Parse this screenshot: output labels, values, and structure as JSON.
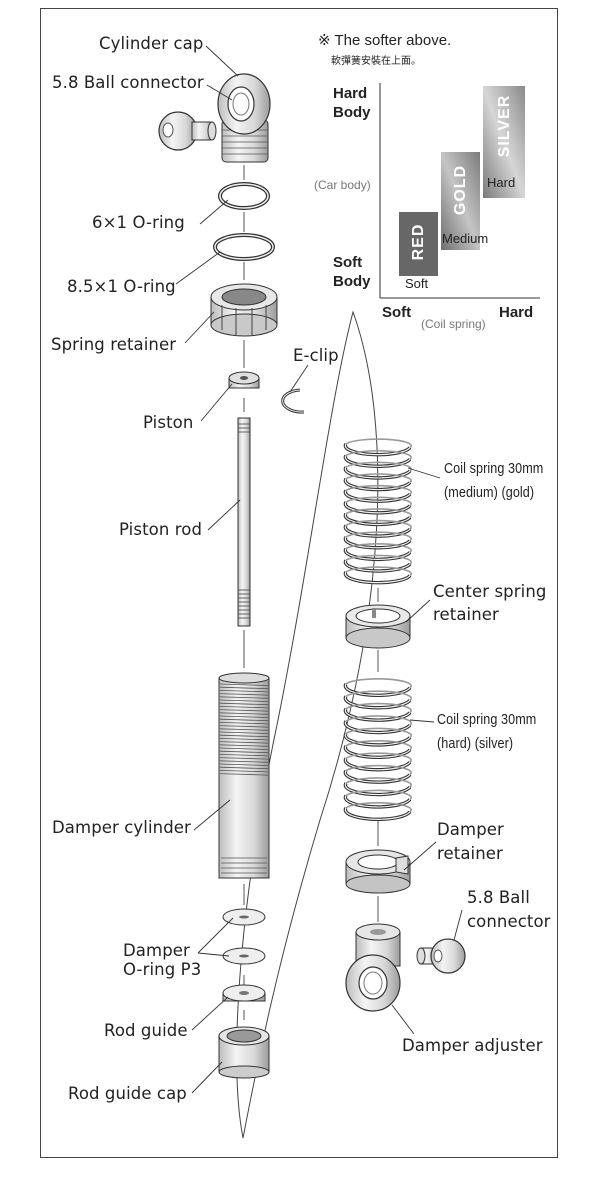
{
  "note": {
    "main": "※ The softer above.",
    "sub": "軟彈簧安裝在上面。"
  },
  "chart": {
    "y_top": "Hard\nBody",
    "y_mid": "(Car body)",
    "y_bottom": "Soft\nBody",
    "x_left": "Soft",
    "x_mid": "(Coil spring)",
    "x_right": "Hard",
    "bars": [
      {
        "name": "RED",
        "label": "Soft",
        "level": 1,
        "color": "#666666"
      },
      {
        "name": "GOLD",
        "label": "Medium",
        "level": 2,
        "color": "#7a7a7a"
      },
      {
        "name": "SILVER",
        "label": "Hard",
        "level": 3,
        "color": "#9a9a9a"
      }
    ]
  },
  "parts_left": {
    "cylinder_cap": "Cylinder cap",
    "ball_connector_top": "5.8 Ball connector",
    "o_ring_6x1": "6×1 O-ring",
    "o_ring_85x1": "8.5×1 O-ring",
    "spring_retainer": "Spring retainer",
    "e_clip": "E-clip",
    "piston": "Piston",
    "piston_rod": "Piston rod",
    "damper_cylinder": "Damper cylinder",
    "damper_o_ring_line1": "Damper",
    "damper_o_ring_line2": "O-ring P3",
    "rod_guide": "Rod guide",
    "rod_guide_cap": "Rod guide cap"
  },
  "parts_right": {
    "coil_medium_line1": "Coil spring 30mm",
    "coil_medium_line2": "(medium) (gold)",
    "center_retainer_line1": "Center spring",
    "center_retainer_line2": "retainer",
    "coil_hard_line1": "Coil spring 30mm",
    "coil_hard_line2": "(hard) (silver)",
    "damper_retainer_line1": "Damper",
    "damper_retainer_line2": "retainer",
    "ball_connector_line1": "5.8 Ball",
    "ball_connector_line2": "connector",
    "damper_adjuster": "Damper adjuster"
  }
}
